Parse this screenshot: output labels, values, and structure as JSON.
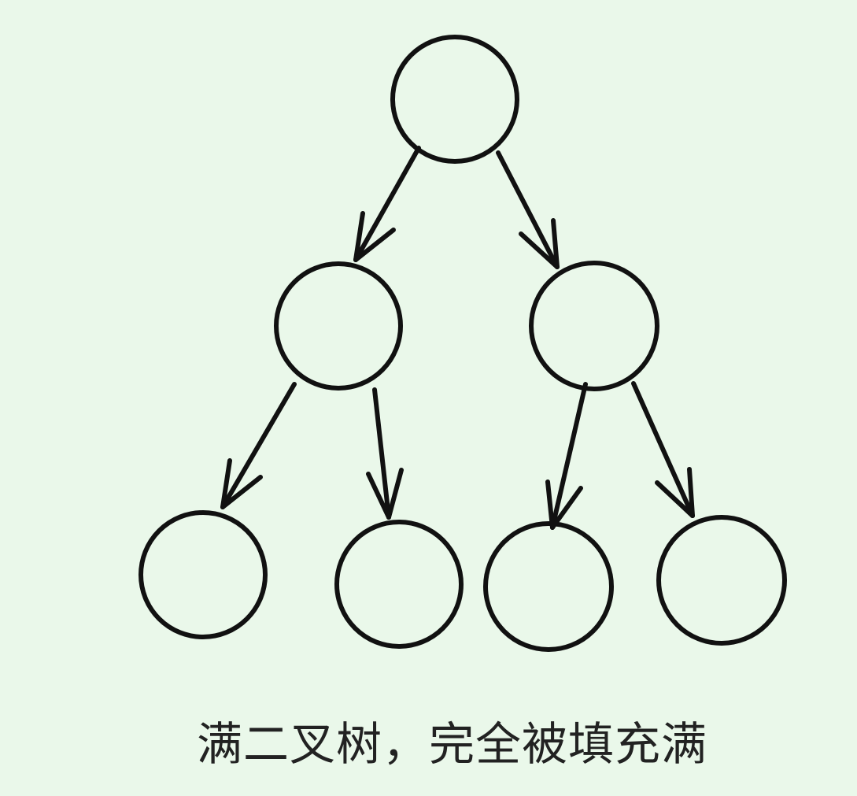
{
  "caption": "满二叉树，完全被填充满",
  "colors": {
    "background": "#eaf8ea",
    "stroke": "#111111"
  },
  "tree": {
    "levels": 3,
    "nodes": [
      {
        "id": "root"
      },
      {
        "id": "left"
      },
      {
        "id": "right"
      },
      {
        "id": "left-left"
      },
      {
        "id": "left-right"
      },
      {
        "id": "right-left"
      },
      {
        "id": "right-right"
      }
    ],
    "edges": [
      {
        "from": "root",
        "to": "left"
      },
      {
        "from": "root",
        "to": "right"
      },
      {
        "from": "left",
        "to": "left-left"
      },
      {
        "from": "left",
        "to": "left-right"
      },
      {
        "from": "right",
        "to": "right-left"
      },
      {
        "from": "right",
        "to": "right-right"
      }
    ]
  }
}
